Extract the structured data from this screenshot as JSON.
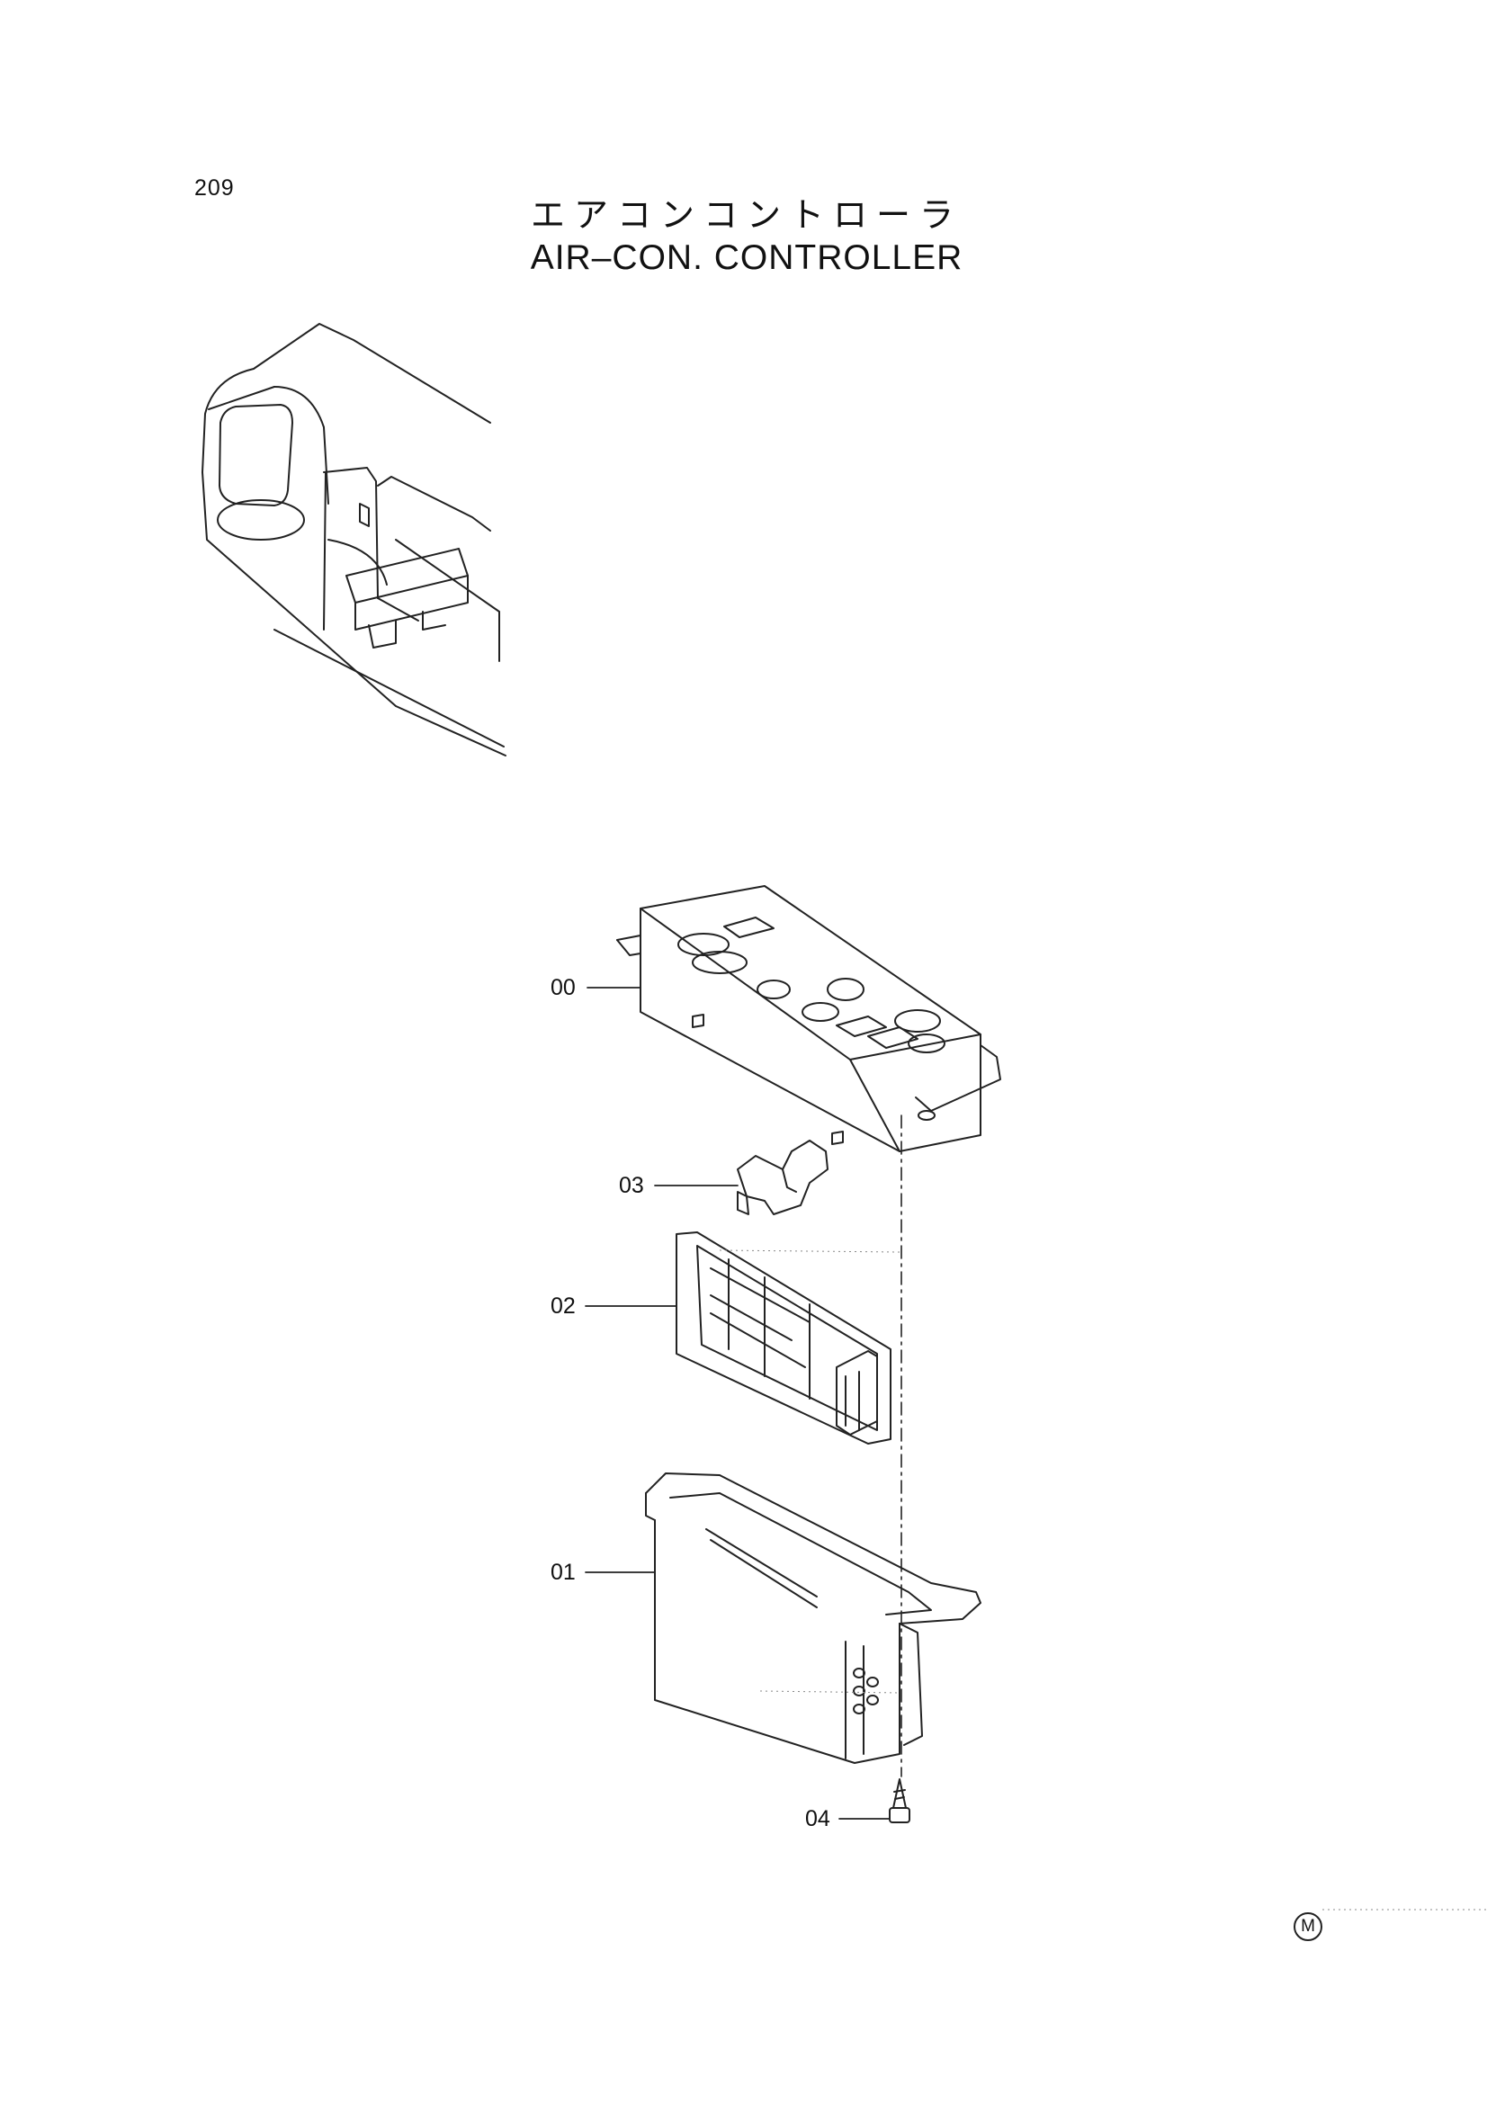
{
  "page_number": "209",
  "title": {
    "japanese": "エアコンコントローラ",
    "english": "AIR–CON. CONTROLLER"
  },
  "callouts": [
    {
      "label": "00"
    },
    {
      "label": "03"
    },
    {
      "label": "02"
    },
    {
      "label": "01"
    },
    {
      "label": "04"
    }
  ],
  "revision_marker": "M"
}
